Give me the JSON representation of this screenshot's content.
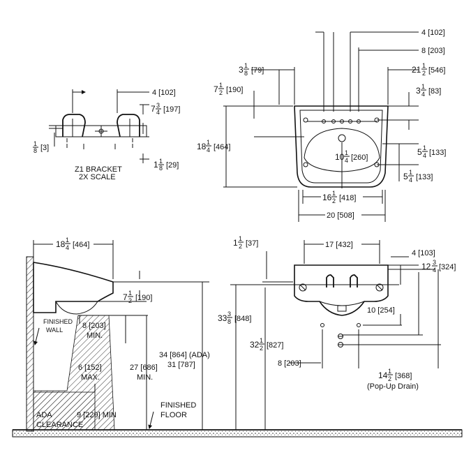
{
  "bracket": {
    "dim_4": "4 [102]",
    "dim_7_num": "7",
    "dim_7_frac_n": "3",
    "dim_7_frac_d": "4",
    "dim_7_mm": "[197]",
    "dim_18_frac_n": "1",
    "dim_18_frac_d": "8",
    "dim_18_mm": "[3]",
    "dim_1_num": "1",
    "dim_1_frac_n": "1",
    "dim_1_frac_d": "8",
    "dim_1_mm": "[29]",
    "caption_1": "Z1 BRACKET",
    "caption_2": "2X SCALE"
  },
  "top_view": {
    "d_4": "4 [102]",
    "d_8": "8 [203]",
    "d_21_num": "21",
    "d_21_n": "1",
    "d_21_d": "2",
    "d_21_mm": "[546]",
    "d_3l_num": "3",
    "d_3l_n": "1",
    "d_3l_d": "8",
    "d_3l_mm": "[79]",
    "d_7_num": "7",
    "d_7_n": "1",
    "d_7_d": "2",
    "d_7_mm": "[190]",
    "d_3r_num": "3",
    "d_3r_n": "1",
    "d_3r_d": "4",
    "d_3r_mm": "[83]",
    "d_18_num": "18",
    "d_18_n": "1",
    "d_18_d": "4",
    "d_18_mm": "[464]",
    "d_10_num": "10",
    "d_10_n": "1",
    "d_10_d": "4",
    "d_10_mm": "[260]",
    "d_5a_num": "5",
    "d_5a_n": "1",
    "d_5a_d": "4",
    "d_5a_mm": "[133]",
    "d_5b_num": "5",
    "d_5b_n": "1",
    "d_5b_d": "4",
    "d_5b_mm": "[133]",
    "d_16_num": "16",
    "d_16_n": "1",
    "d_16_d": "2",
    "d_16_mm": "[418]",
    "d_20": "20 [508]"
  },
  "side_view": {
    "d_18_num": "18",
    "d_18_n": "1",
    "d_18_d": "4",
    "d_18_mm": "[464]",
    "d_7_num": "7",
    "d_7_n": "1",
    "d_7_d": "2",
    "d_7_mm": "[190]",
    "finished_wall_1": "FINISHED",
    "finished_wall_2": "WALL",
    "d_8": "8 [203]",
    "d_8_min": "MIN.",
    "d_6": "6 [152]",
    "d_6_max": "MAX.",
    "d_27": "27 [686]",
    "d_27_min": "MIN.",
    "d_34": "34 [864] (ADA)",
    "d_31": "31 [787]",
    "finished_floor_1": "FINISHED",
    "finished_floor_2": "FLOOR",
    "ada_1": "ADA",
    "ada_2": "CLEARANCE",
    "d_9": "9 [229] MIN"
  },
  "front_view": {
    "d_1_num": "1",
    "d_1_n": "1",
    "d_1_d": "2",
    "d_1_mm": "[37]",
    "d_17": "17 [432]",
    "d_4": "4 [103]",
    "d_12_num": "12",
    "d_12_n": "3",
    "d_12_d": "4",
    "d_12_mm": "[324]",
    "d_33_num": "33",
    "d_33_n": "3",
    "d_33_d": "8",
    "d_33_mm": "[848]",
    "d_32_num": "32",
    "d_32_n": "1",
    "d_32_d": "2",
    "d_32_mm": "[827]",
    "d_10": "10 [254]",
    "d_8": "8 [203]",
    "d_14_num": "14",
    "d_14_n": "1",
    "d_14_d": "2",
    "d_14_mm": "[368]",
    "d_popup": "(Pop-Up Drain)"
  }
}
